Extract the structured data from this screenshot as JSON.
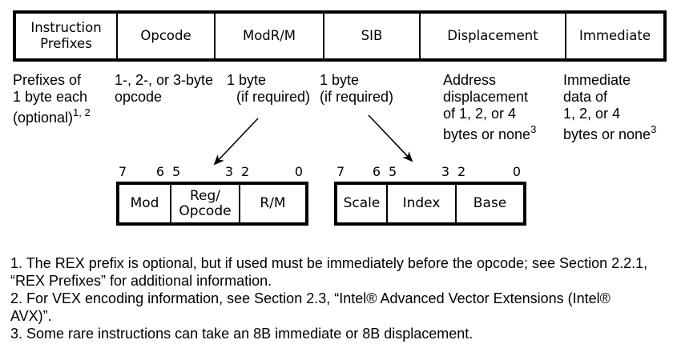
{
  "colors": {
    "background": "#ffffff",
    "text": "#000000",
    "border": "#000000"
  },
  "table": {
    "columns": [
      "Instruction Prefixes",
      "Opcode",
      "ModR/M",
      "SIB",
      "Displacement",
      "Immediate"
    ]
  },
  "descriptions": {
    "prefixes": {
      "l1": "Prefixes of",
      "l2": "1 byte each",
      "l3": "(optional)",
      "l3sup": "1, 2"
    },
    "opcode": {
      "l1": "1-, 2-, or 3-byte",
      "l2": "opcode"
    },
    "modrm": {
      "l1": "1 byte",
      "l2": "(if required)"
    },
    "sib": {
      "l1": "1 byte",
      "l2": "(if required)"
    },
    "displacement": {
      "l1": "Address",
      "l2": "displacement",
      "l3": "of 1, 2, or 4",
      "l4": "bytes or none",
      "l4sup": "3"
    },
    "immediate": {
      "l1": "Immediate",
      "l2": "data of",
      "l3": "1, 2, or 4",
      "l4": "bytes or none",
      "l4sup": "3"
    }
  },
  "modrm_byte": {
    "bits": [
      "7",
      "6",
      "5",
      "3",
      "2",
      "0"
    ],
    "fields": [
      "Mod",
      "Reg/",
      "Opcode",
      "R/M"
    ]
  },
  "sib_byte": {
    "bits": [
      "7",
      "6",
      "5",
      "3",
      "2",
      "0"
    ],
    "fields": [
      "Scale",
      "Index",
      "Base"
    ]
  },
  "footnotes": [
    "1. The REX prefix is optional, but if used must be immediately before the opcode; see Section 2.2.1, “REX Prefixes” for additional information.",
    "2. For VEX encoding information, see Section 2.3, “Intel® Advanced Vector Extensions (Intel® AVX)”.",
    "3. Some rare instructions can take an 8B immediate or 8B displacement."
  ]
}
